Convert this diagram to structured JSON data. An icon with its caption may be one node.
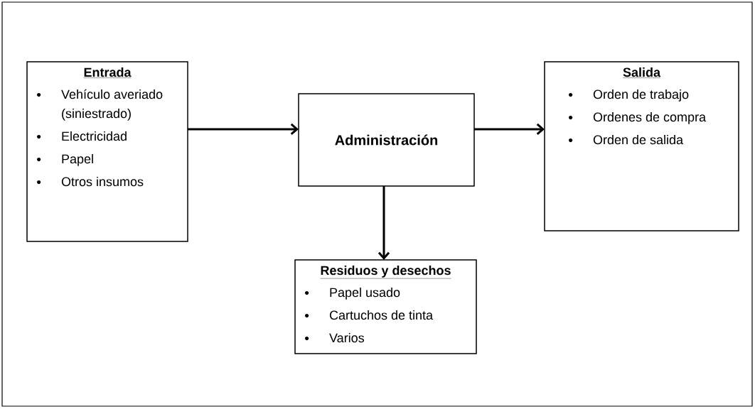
{
  "diagram": {
    "nodes": [
      {
        "text": [
          "Entrada",
          "Vehículo averiado (siniestrado)",
          "Electricidad",
          "Papel",
          "Otros insumos"
        ]
      },
      {
        "text": [
          "Administración"
        ]
      },
      {
        "text": [
          "Salida",
          "Orden de trabajo",
          "Ordenes de compra",
          "Orden de salida"
        ]
      },
      {
        "text": [
          "Residuos y desechos",
          "Papel usado",
          "Cartuchos de tinta",
          "Varios"
        ]
      }
    ],
    "edges": [
      {
        "from": 0,
        "to": 1,
        "arrow": "to"
      },
      {
        "from": 1,
        "to": 2,
        "arrow": "to"
      },
      {
        "from": 1,
        "to": 3,
        "arrow": "to"
      }
    ]
  }
}
